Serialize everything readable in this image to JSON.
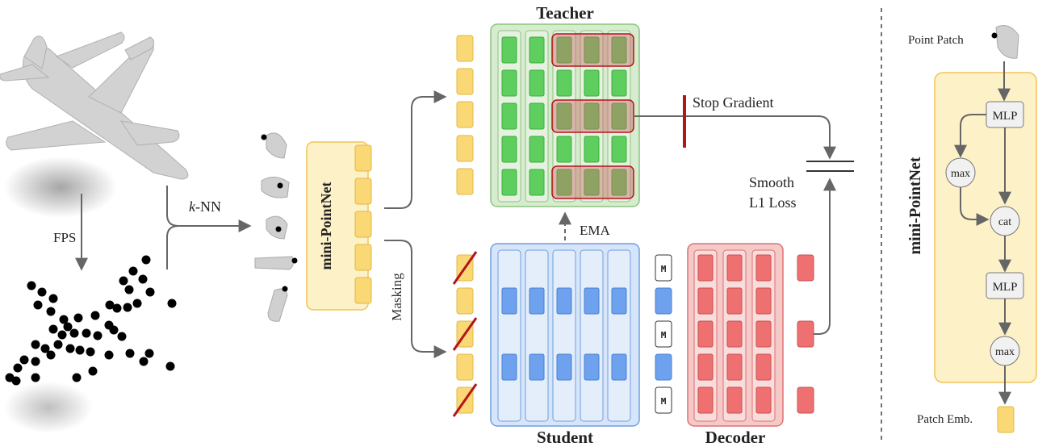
{
  "labels": {
    "teacher": "Teacher",
    "student": "Student",
    "decoder": "Decoder",
    "mini_pointnet": "mini-PointNet",
    "fps": "FPS",
    "knn_k": "k",
    "knn_rest": "-NN",
    "masking": "Masking",
    "ema": "EMA",
    "stop_gradient": "Stop Gradient",
    "loss_line1": "Smooth",
    "loss_line2": "L1 Loss",
    "mask_token": "M"
  },
  "inset": {
    "title": "mini-PointNet",
    "input_label": "Point Patch",
    "output_label": "Patch Emb.",
    "nodes": [
      "MLP",
      "max",
      "cat",
      "MLP",
      "max"
    ]
  },
  "colors": {
    "token_yellow": "#fbd876",
    "teacher_fill": "#d7ebd0",
    "teacher_cell": "#5ecf5e",
    "student_fill": "#d6e5f9",
    "student_cell": "#6ea2ee",
    "decoder_fill": "#f5c9c8",
    "decoder_cell": "#ef7070",
    "stop_bar": "#b4141b",
    "inset_fill": "#fdf1c7"
  }
}
